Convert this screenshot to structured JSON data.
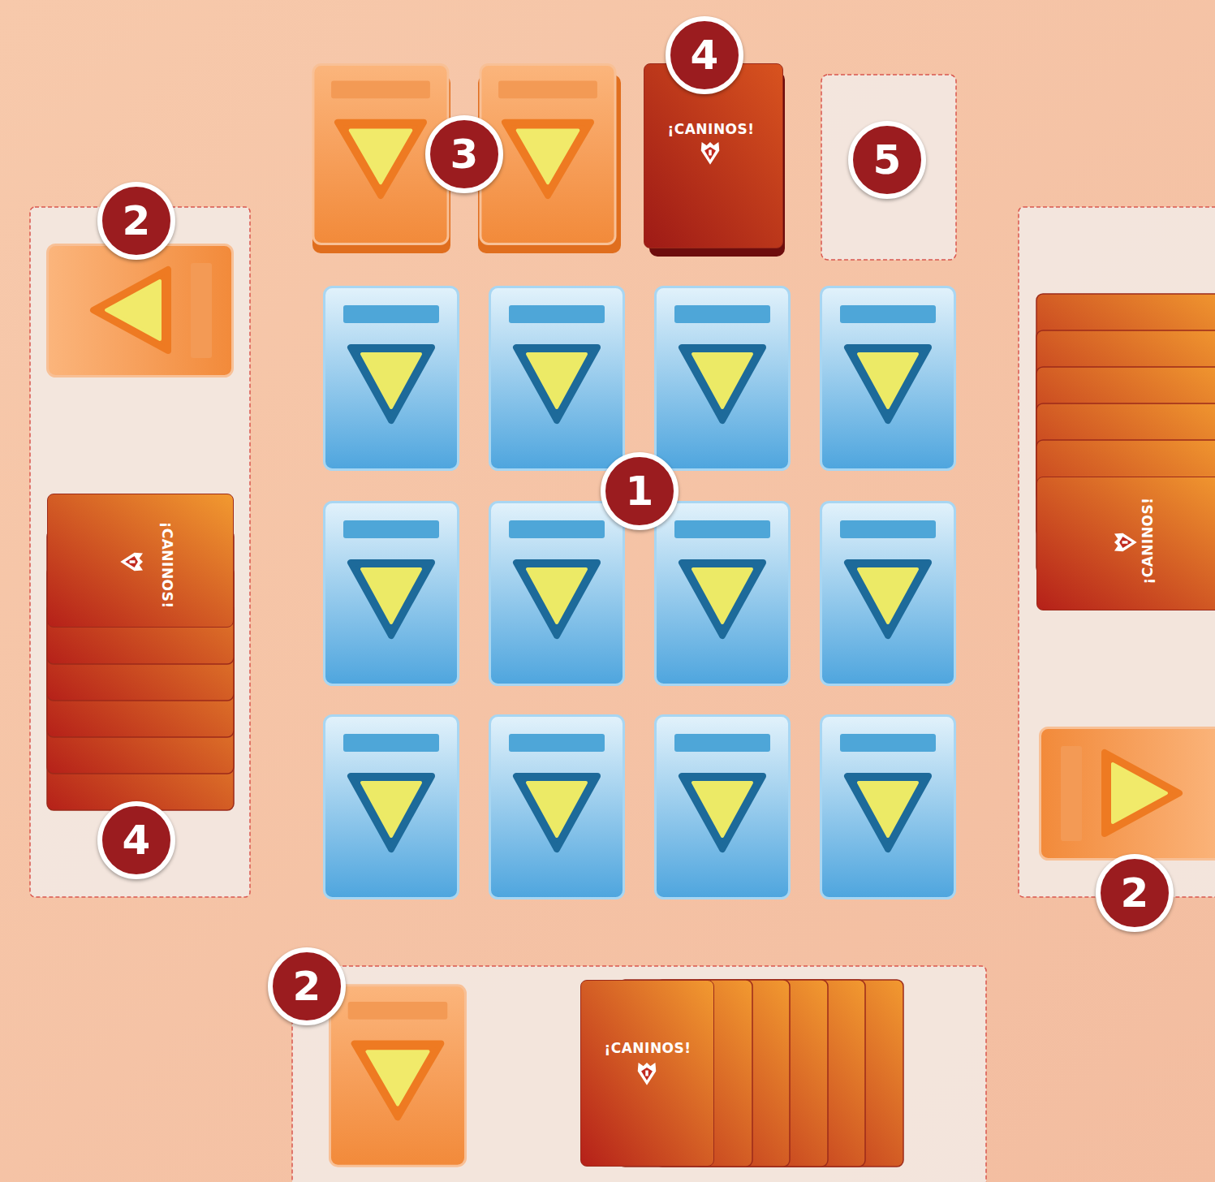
{
  "diagram": {
    "nodes": [
      {
        "text": [
          "¡CANINOS!"
        ]
      },
      {
        "text": [
          "¡CANINOS!"
        ]
      },
      {
        "text": [
          "¡CANINOS!"
        ]
      },
      {
        "text": [
          "¡CANINOS!"
        ]
      }
    ],
    "labels": [
      "4",
      "3",
      "5",
      "2",
      "1",
      "4",
      "2",
      "2"
    ]
  }
}
